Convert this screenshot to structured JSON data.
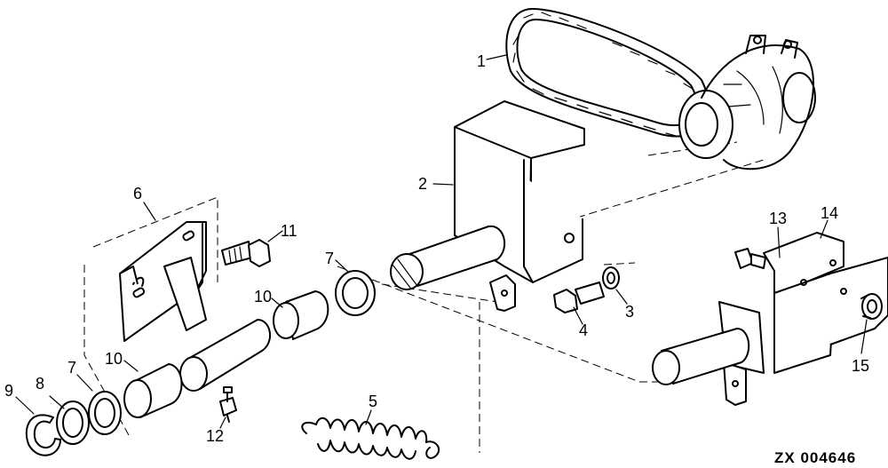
{
  "callouts": {
    "c1": "1",
    "c2": "2",
    "c3": "3",
    "c4": "4",
    "c5": "5",
    "c6": "6",
    "c7a": "7",
    "c7b": "7",
    "c8": "8",
    "c9": "9",
    "c10a": "10",
    "c10b": "10",
    "c11": "11",
    "c12": "12",
    "c13": "13",
    "c14": "14",
    "c15": "15"
  },
  "figure_code": "ZX 004646"
}
